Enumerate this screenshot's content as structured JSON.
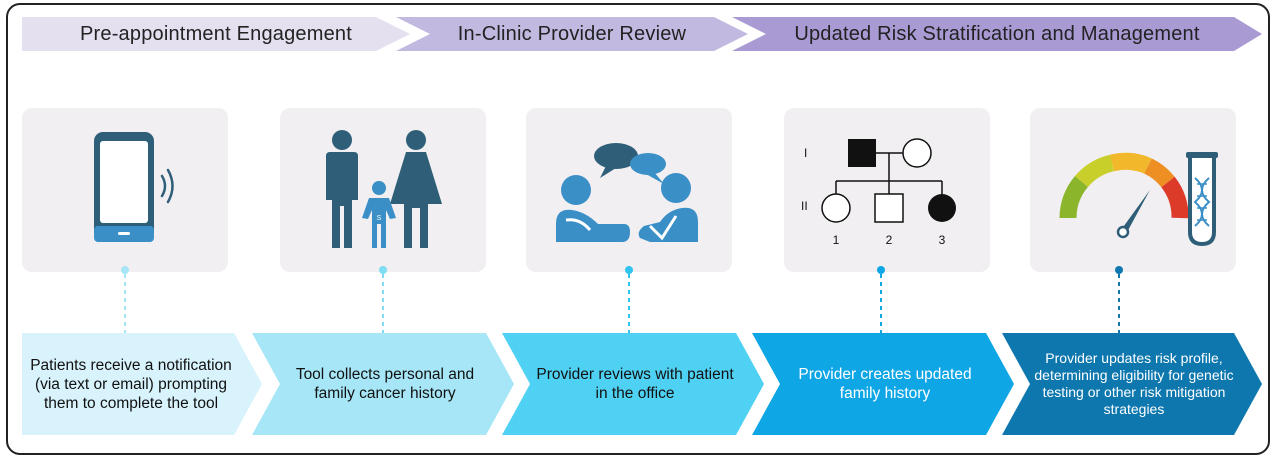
{
  "phases": [
    {
      "label": "Pre-appointment Engagement"
    },
    {
      "label": "In-Clinic Provider Review"
    },
    {
      "label": "Updated Risk Stratification and Management"
    }
  ],
  "steps": [
    {
      "text": "Patients receive a notification (via text or email) prompting them to complete the tool"
    },
    {
      "text": "Tool collects personal and family cancer history"
    },
    {
      "text": "Provider reviews with patient in the office"
    },
    {
      "text": "Provider creates updated family history"
    },
    {
      "text": "Provider updates risk profile, determining eligibility for genetic testing or other risk mitigation strategies"
    }
  ],
  "pedigree": {
    "generation_1": "I",
    "generation_2": "II",
    "child_numbers": [
      "1",
      "2",
      "3"
    ]
  },
  "icons": [
    "smartphone-icon",
    "family-icon",
    "conversation-icon",
    "pedigree-chart",
    "risk-gauge-icon",
    "dna-test-tube-icon"
  ],
  "colors": {
    "phase_1": "#e4e0f0",
    "phase_2": "#c2b9e0",
    "phase_3": "#a99ad4",
    "step_1": "#d8f3fc",
    "step_2": "#a6e6f7",
    "step_3": "#4fd1f3",
    "step_4": "#0fa6e6",
    "step_5": "#0d77ae",
    "icon_dark": "#2f5f78",
    "icon_blue": "#3b8fc7"
  }
}
